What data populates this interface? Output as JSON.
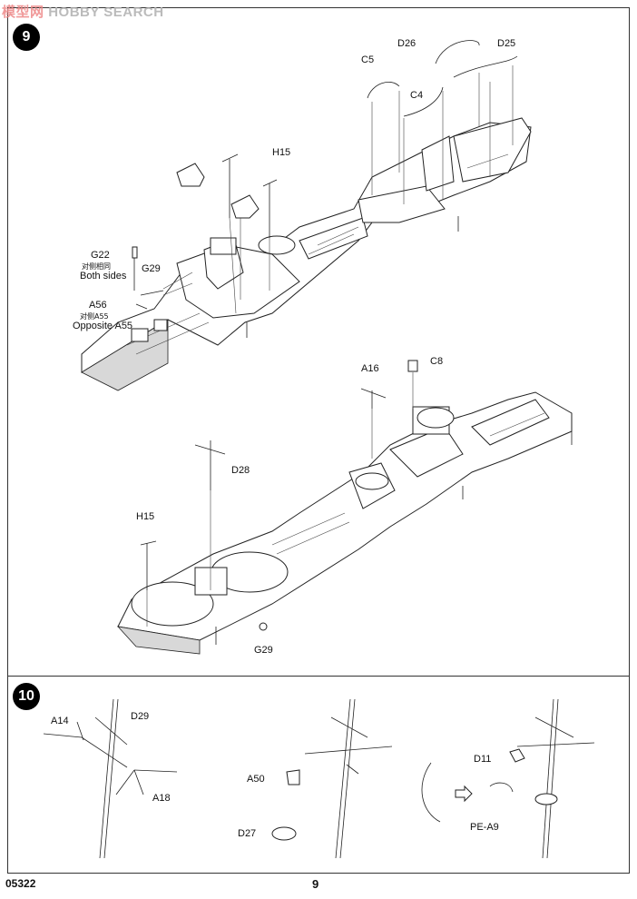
{
  "watermark": {
    "cn": "模型网",
    "en": "HOBBY SEARCH"
  },
  "step9": {
    "number": "9"
  },
  "step10": {
    "number": "10"
  },
  "labels": {
    "c5": "C5",
    "d26": "D26",
    "d25": "D25",
    "c4": "C4",
    "h15_top": "H15",
    "g22": "G22",
    "g22_cn": "对侧相同",
    "g22_note": "Both sides",
    "g29_top": "G29",
    "a56": "A56",
    "a56_cn": "对侧A55",
    "a56_note": "Opposite A55",
    "a16": "A16",
    "c8": "C8",
    "d28": "D28",
    "h15_bottom": "H15",
    "g29_bottom": "G29",
    "a14": "A14",
    "d29": "D29",
    "a18": "A18",
    "a50": "A50",
    "d27": "D27",
    "d11": "D11",
    "pe_a9": "PE-A9"
  },
  "footer": {
    "code": "05322",
    "page": "9"
  }
}
